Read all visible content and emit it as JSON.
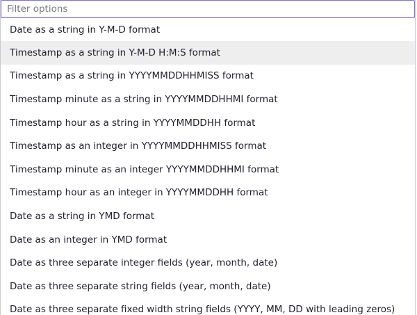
{
  "filter": {
    "placeholder": "Filter options",
    "value": ""
  },
  "options": [
    {
      "label": "Date as a string in Y-M-D format",
      "highlighted": false
    },
    {
      "label": "Timestamp as a string in Y-M-D H:M:S format",
      "highlighted": true
    },
    {
      "label": "Timestamp as a string in YYYYMMDDHHMISS format",
      "highlighted": false
    },
    {
      "label": "Timestamp minute as a string in YYYYMMDDHHMI format",
      "highlighted": false
    },
    {
      "label": "Timestamp hour as a string in YYYYMMDDHH format",
      "highlighted": false
    },
    {
      "label": "Timestamp as an integer in YYYYMMDDHHMISS format",
      "highlighted": false
    },
    {
      "label": "Timestamp minute as an integer YYYYMMDDHHMI format",
      "highlighted": false
    },
    {
      "label": "Timestamp hour as an integer in YYYYMMDDHH format",
      "highlighted": false
    },
    {
      "label": "Date as a string in YMD format",
      "highlighted": false
    },
    {
      "label": "Date as an integer in YMD format",
      "highlighted": false
    },
    {
      "label": "Date as three separate integer fields (year, month, date)",
      "highlighted": false
    },
    {
      "label": "Date as three separate string fields (year, month, date)",
      "highlighted": false
    },
    {
      "label": "Date as three separate fixed width string fields (YYYY, MM, DD with leading zeros)",
      "highlighted": false
    }
  ],
  "colors": {
    "focus_border": "#7b6fe0",
    "highlight_bg": "#eeeeef",
    "text": "#1f1f2b",
    "placeholder": "#7a7a85"
  }
}
